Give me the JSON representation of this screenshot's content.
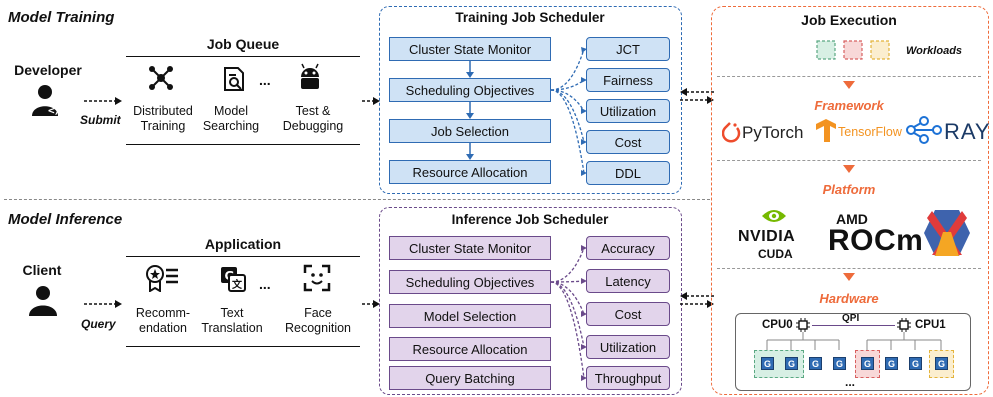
{
  "training": {
    "section_title": "Model Training",
    "role": "Developer",
    "action": "Submit",
    "queue_title": "Job Queue",
    "apps": [
      "Distributed\nTraining",
      "Model\nSearching",
      "Test &\nDebugging"
    ],
    "ellipsis": "...",
    "scheduler_title": "Training Job Scheduler",
    "steps": [
      "Cluster State Monitor",
      "Scheduling Objectives",
      "Job Selection",
      "Resource Allocation"
    ],
    "objectives": [
      "JCT",
      "Fairness",
      "Utilization",
      "Cost",
      "DDL"
    ]
  },
  "inference": {
    "section_title": "Model Inference",
    "role": "Client",
    "action": "Query",
    "queue_title": "Application",
    "apps": [
      "Recomm-\nendation",
      "Text\nTranslation",
      "Face\nRecognition"
    ],
    "ellipsis": "...",
    "scheduler_title": "Inference Job Scheduler",
    "steps": [
      "Cluster State Monitor",
      "Scheduling Objectives",
      "Model Selection",
      "Resource Allocation",
      "Query Batching"
    ],
    "objectives": [
      "Accuracy",
      "Latency",
      "Cost",
      "Utilization",
      "Throughput"
    ]
  },
  "execution": {
    "title": "Job Execution",
    "workloads": "Workloads",
    "framework_label": "Framework",
    "frameworks": [
      "PyTorch",
      "TensorFlow",
      "RAY"
    ],
    "platform_label": "Platform",
    "nvidia": "NVIDIA",
    "cuda": "CUDA",
    "amd": "AMD",
    "rocm": "ROCm",
    "hardware_label": "Hardware",
    "cpu0": "CPU0",
    "cpu1": "CPU1",
    "qpi": "QPI",
    "gpu_glyph": "G",
    "ellipsis": "..."
  },
  "colors": {
    "training_accent": "#2f6bb3",
    "inference_accent": "#6a4a8a",
    "execution_accent": "#ee6b3b"
  }
}
